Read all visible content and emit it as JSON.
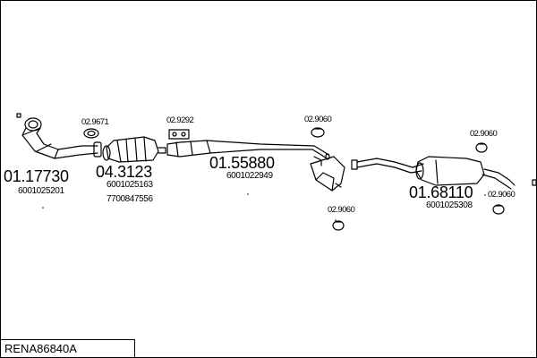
{
  "parts": {
    "front_pipe": {
      "part_no": "01.17730",
      "oe": [
        "6001025201"
      ]
    },
    "catalyst": {
      "part_no": "04.3123",
      "oe": [
        "6001025163",
        "7700847556"
      ]
    },
    "center_silencer": {
      "part_no": "01.55880",
      "oe": [
        "6001022949"
      ]
    },
    "rear_silencer": {
      "part_no": "01.68110",
      "oe": [
        "6001025308"
      ]
    }
  },
  "accessories": {
    "clamp_front": "02.9671",
    "gasket_cat": "02.9292",
    "hanger_mid": "02.9060",
    "hanger_center_low": "02.9060",
    "hanger_rear_top": "02.9060",
    "hanger_rear_low": "02.9060"
  },
  "kit_code": "RENA86840A"
}
